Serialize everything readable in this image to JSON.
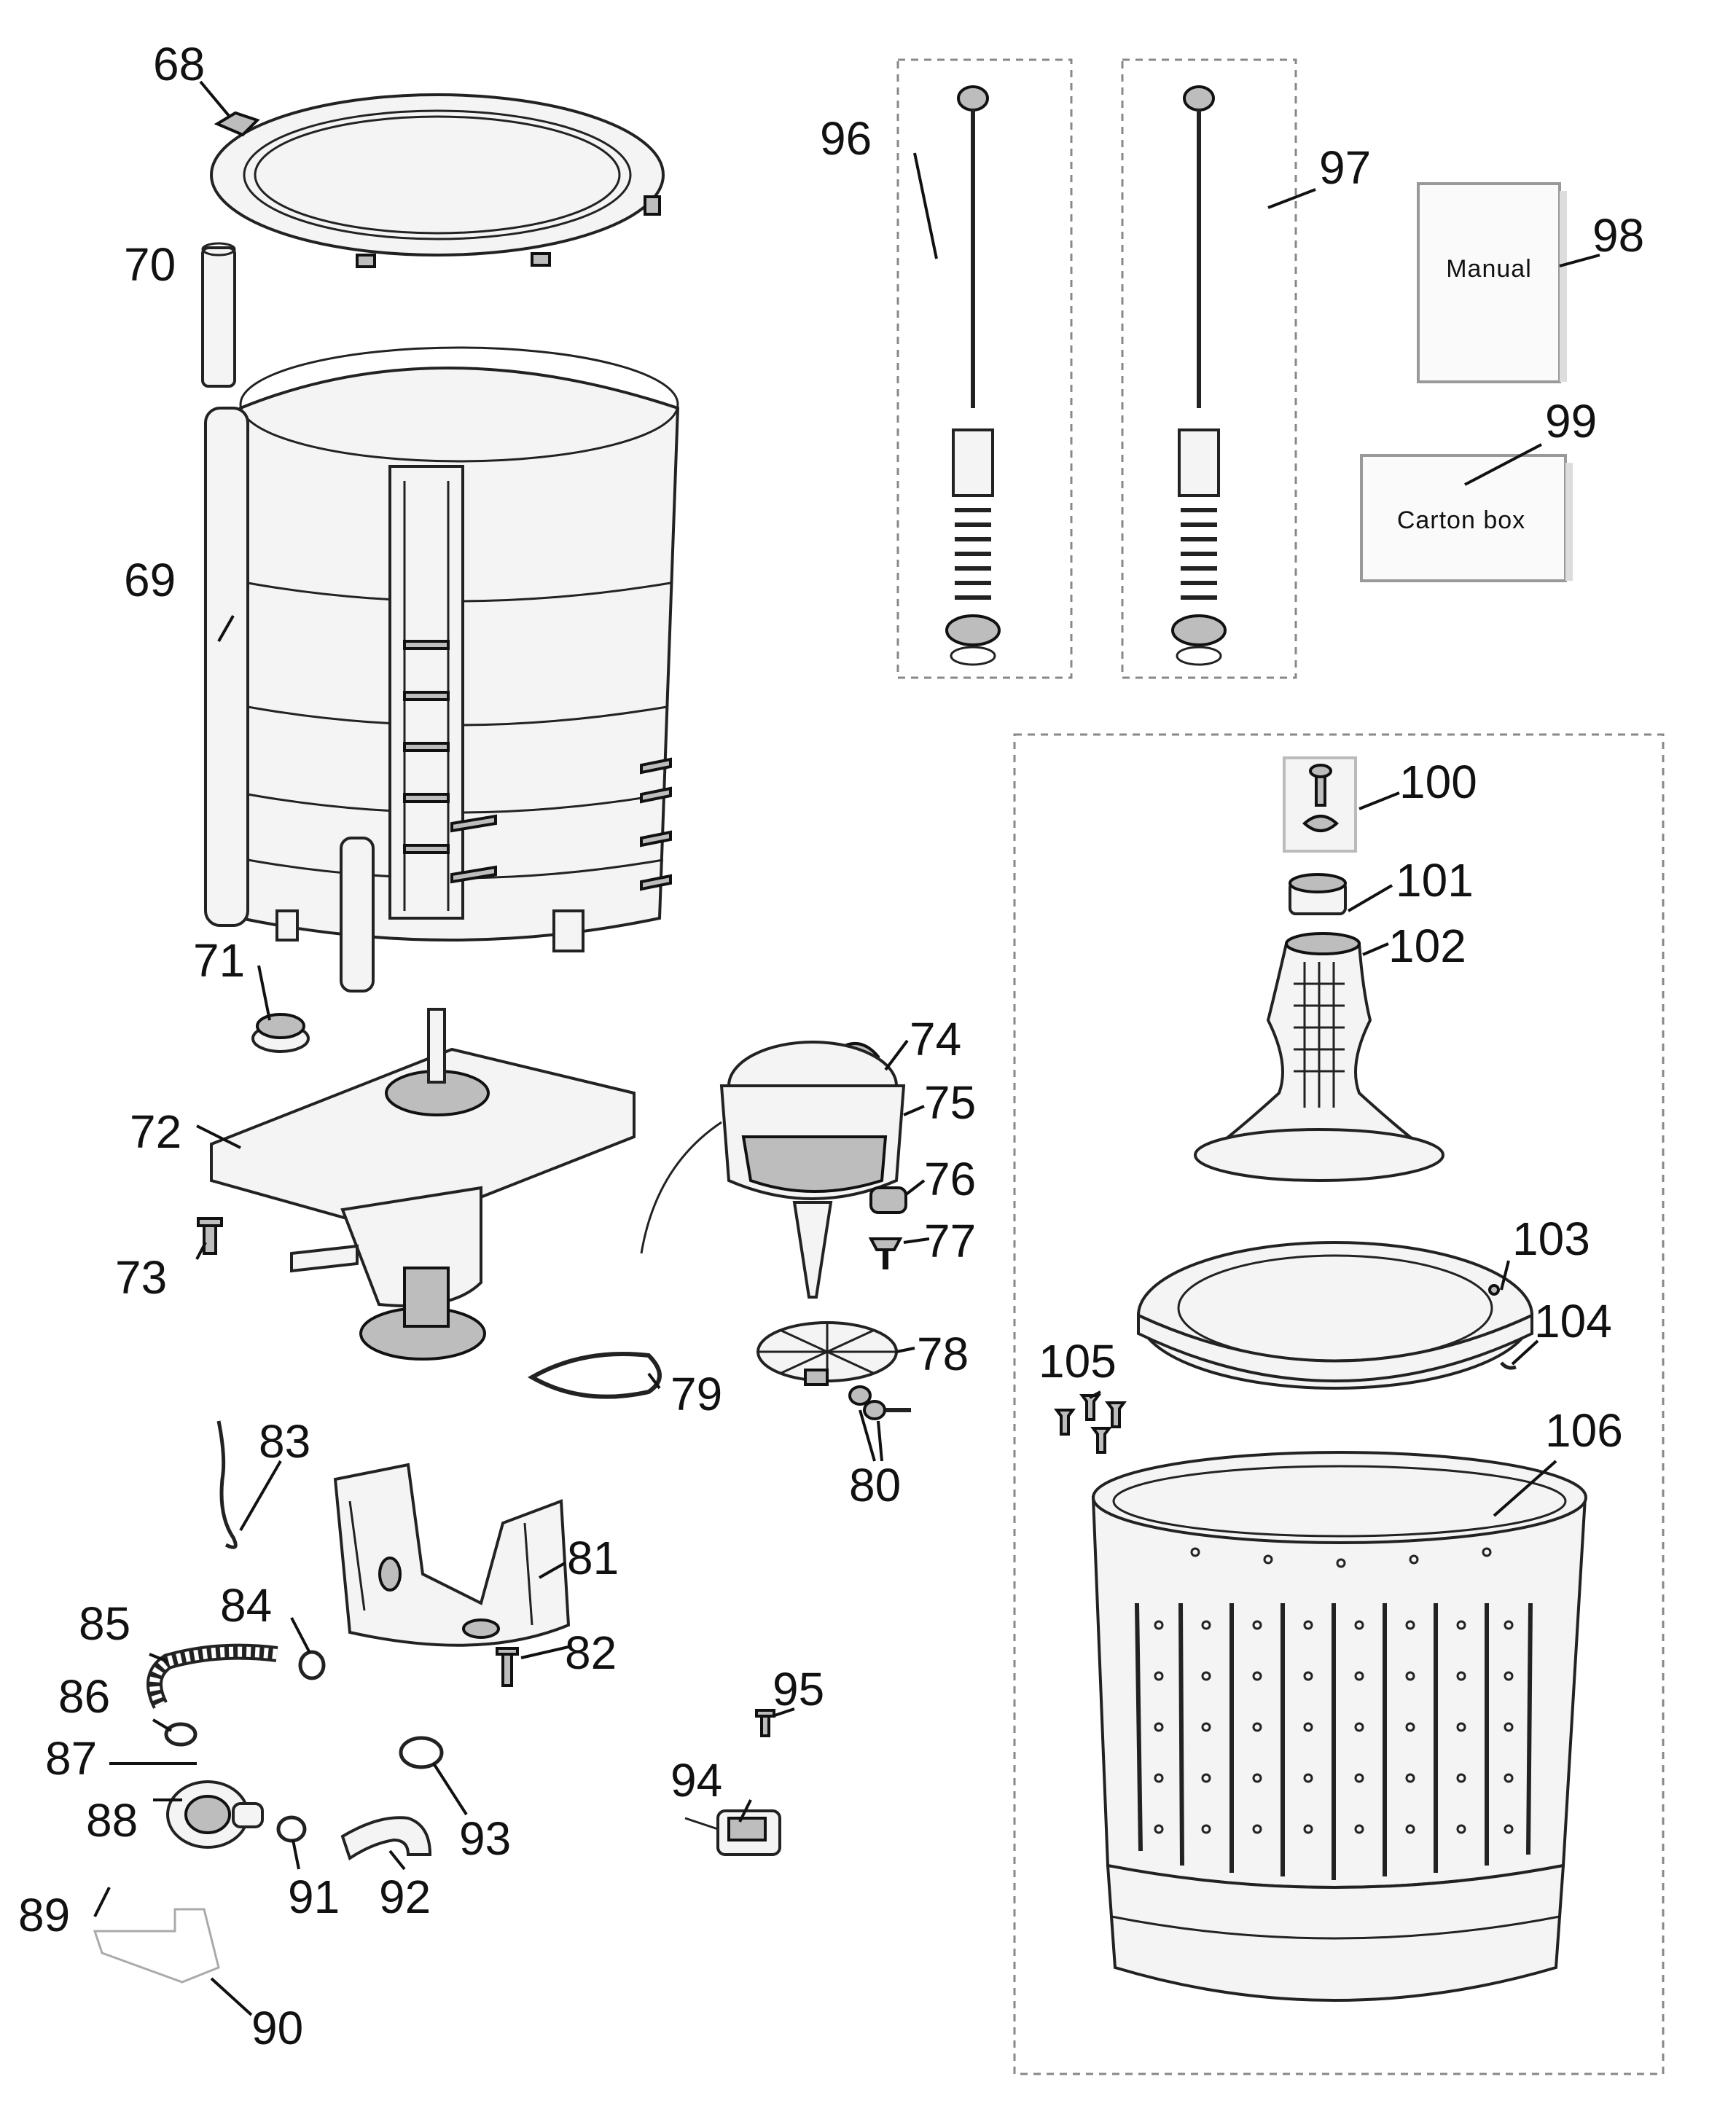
{
  "diagram": {
    "labels": {
      "p68": "68",
      "p69": "69",
      "p70": "70",
      "p71": "71",
      "p72": "72",
      "p73": "73",
      "p74": "74",
      "p75": "75",
      "p76": "76",
      "p77": "77",
      "p78": "78",
      "p79": "79",
      "p80": "80",
      "p81": "81",
      "p82": "82",
      "p83": "83",
      "p84": "84",
      "p85": "85",
      "p86": "86",
      "p87": "87",
      "p88": "88",
      "p89": "89",
      "p90": "90",
      "p91": "91",
      "p92": "92",
      "p93": "93",
      "p94": "94",
      "p95": "95",
      "p96": "96",
      "p97": "97",
      "p98": "98",
      "p99": "99",
      "p100": "100",
      "p101": "101",
      "p102": "102",
      "p103": "103",
      "p104": "104",
      "p105": "105",
      "p106": "106"
    },
    "manual_text": "Manual",
    "carton_text": "Carton box"
  }
}
